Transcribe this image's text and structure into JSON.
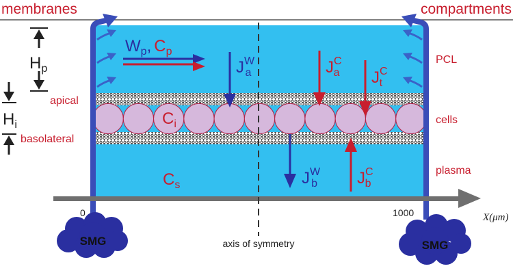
{
  "headers": {
    "left": "membranes",
    "right": "compartments"
  },
  "membrane_labels": {
    "apical": "apical",
    "basolateral": "basolateral"
  },
  "compartment_labels": {
    "pcl": "PCL",
    "cells": "cells",
    "plasma": "plasma"
  },
  "heights": {
    "hp_main": "H",
    "hp_sub": "p",
    "hi_main": "H",
    "hi_sub": "i"
  },
  "concentrations": {
    "ci_main": "C",
    "ci_sub": "i",
    "cs_main": "C",
    "cs_sub": "s"
  },
  "flow": {
    "w_main": "W",
    "w_sub": "p",
    "sep": ",",
    "c_main": "C",
    "c_sub": "p"
  },
  "fluxes": {
    "jaw": {
      "main": "J",
      "sup": "W",
      "sub": "a"
    },
    "jac": {
      "main": "J",
      "sup": "C",
      "sub": "a"
    },
    "jtc": {
      "main": "J",
      "sup": "C",
      "sub": "t"
    },
    "jbw": {
      "main": "J",
      "sup": "W",
      "sub": "b"
    },
    "jbc": {
      "main": "J",
      "sup": "C",
      "sub": "b"
    }
  },
  "axis": {
    "start": "0",
    "end": "1000",
    "label": "X(μm)",
    "symmetry": "axis of symmetry"
  },
  "glands": {
    "left": "SMG",
    "right": "SMG"
  },
  "colors": {
    "compartment_fill": "#33bff0",
    "cell_fill": "#d6b8dc",
    "cell_stroke": "#b0244a",
    "blue": "#2a2fa0",
    "red": "#c81e2e",
    "axis_gray": "#6f6f6f"
  }
}
